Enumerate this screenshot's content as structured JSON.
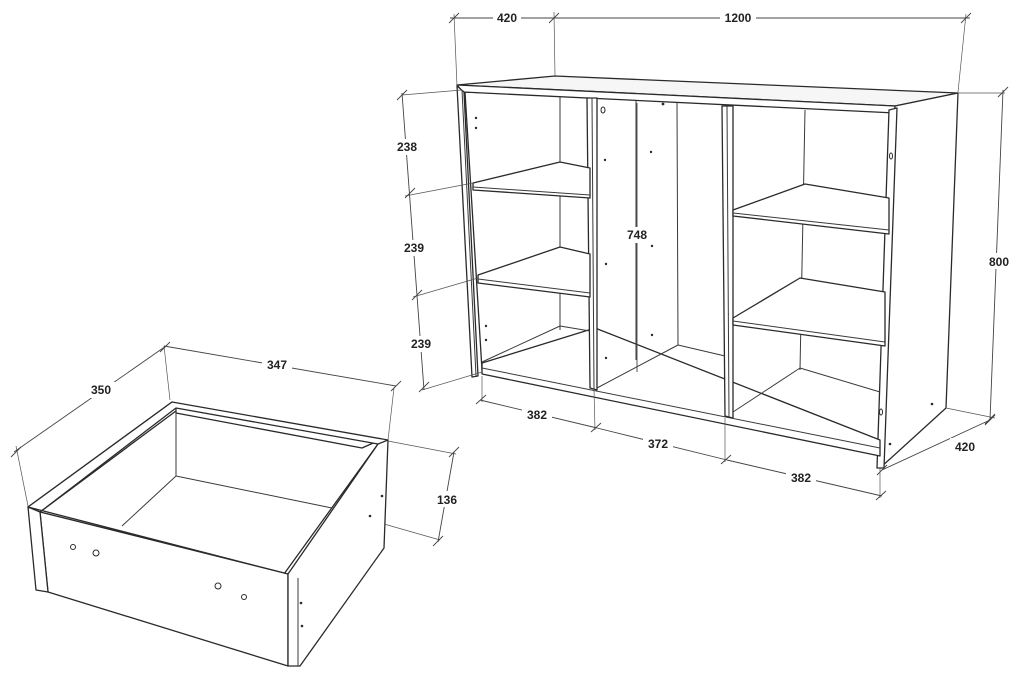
{
  "cabinet": {
    "top_depth": "420",
    "top_width": "1200",
    "height": "800",
    "side_depth": "420",
    "shelf_gap_top": "238",
    "shelf_gap_middle": "239",
    "shelf_gap_bottom": "239",
    "inner_height": "748",
    "bay_left_width": "382",
    "bay_center_width": "372",
    "bay_right_width": "382"
  },
  "drawer": {
    "depth": "350",
    "width": "347",
    "height": "136"
  }
}
